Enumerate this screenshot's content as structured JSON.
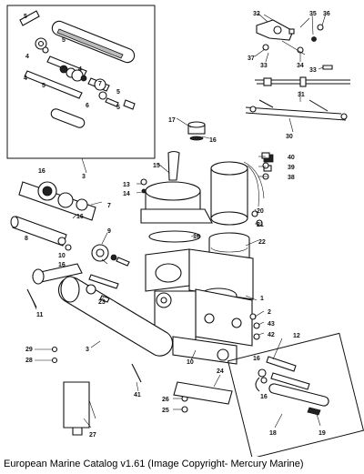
{
  "caption": "European Marine Catalog v1.61 (Image Copyright- Mercury Marine)",
  "labels": [
    {
      "id": "n32",
      "text": "32"
    },
    {
      "id": "n35",
      "text": "35"
    },
    {
      "id": "n36",
      "text": "36"
    },
    {
      "id": "n37",
      "text": "37"
    },
    {
      "id": "n33a",
      "text": "33"
    },
    {
      "id": "n34",
      "text": "34"
    },
    {
      "id": "n33b",
      "text": "33"
    },
    {
      "id": "n31",
      "text": "31"
    },
    {
      "id": "n30",
      "text": "30"
    },
    {
      "id": "n5a",
      "text": "5"
    },
    {
      "id": "n5b",
      "text": "5"
    },
    {
      "id": "n4a",
      "text": "4"
    },
    {
      "id": "n4b",
      "text": "4"
    },
    {
      "id": "n4c",
      "text": "4"
    },
    {
      "id": "n5c",
      "text": "5"
    },
    {
      "id": "n7",
      "text": "7"
    },
    {
      "id": "n6",
      "text": "6"
    },
    {
      "id": "n5d",
      "text": "5"
    },
    {
      "id": "n5e",
      "text": "5"
    },
    {
      "id": "n3a",
      "text": "3"
    },
    {
      "id": "n17",
      "text": "17"
    },
    {
      "id": "n16a",
      "text": "16"
    },
    {
      "id": "n15",
      "text": "15"
    },
    {
      "id": "n13",
      "text": "13"
    },
    {
      "id": "n14",
      "text": "14"
    },
    {
      "id": "n40",
      "text": "40"
    },
    {
      "id": "n39",
      "text": "39"
    },
    {
      "id": "n38",
      "text": "38"
    },
    {
      "id": "n16b",
      "text": "16"
    },
    {
      "id": "n7b",
      "text": "7"
    },
    {
      "id": "n16c",
      "text": "16"
    },
    {
      "id": "n20",
      "text": "20"
    },
    {
      "id": "n21",
      "text": "21"
    },
    {
      "id": "n22",
      "text": "22"
    },
    {
      "id": "n9",
      "text": "9"
    },
    {
      "id": "n16d",
      "text": "16"
    },
    {
      "id": "n8",
      "text": "8"
    },
    {
      "id": "n10a",
      "text": "10"
    },
    {
      "id": "n16e",
      "text": "16"
    },
    {
      "id": "n23",
      "text": "23"
    },
    {
      "id": "n11",
      "text": "11"
    },
    {
      "id": "n1",
      "text": "1"
    },
    {
      "id": "n2",
      "text": "2"
    },
    {
      "id": "n43",
      "text": "43"
    },
    {
      "id": "n42",
      "text": "42"
    },
    {
      "id": "n12",
      "text": "12"
    },
    {
      "id": "n3b",
      "text": "3"
    },
    {
      "id": "n29",
      "text": "29"
    },
    {
      "id": "n28a",
      "text": "28"
    },
    {
      "id": "n10b",
      "text": "10"
    },
    {
      "id": "n16f",
      "text": "16"
    },
    {
      "id": "n41",
      "text": "41"
    },
    {
      "id": "n24",
      "text": "24"
    },
    {
      "id": "n16g",
      "text": "16"
    },
    {
      "id": "n26",
      "text": "26"
    },
    {
      "id": "n25",
      "text": "25"
    },
    {
      "id": "n27",
      "text": "27"
    },
    {
      "id": "n18",
      "text": "18"
    },
    {
      "id": "n19",
      "text": "19"
    }
  ]
}
